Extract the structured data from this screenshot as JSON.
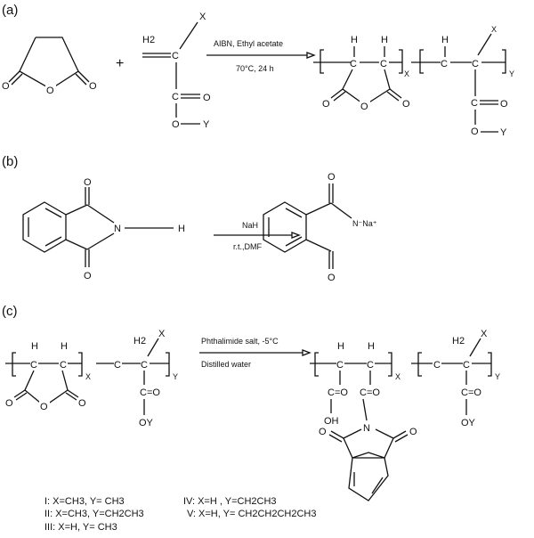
{
  "panels": {
    "a": {
      "label": "(a)",
      "plus": "+",
      "monomer": {
        "h2": "H2",
        "x": "X",
        "o": "O",
        "y": "Y",
        "c": "C"
      },
      "conditions_top": "AIBN, Ethyl acetate",
      "conditions_bottom": "70°C, 24 h",
      "product": {
        "h": "H",
        "x_sub": "X",
        "y_sub": "Y",
        "x": "X",
        "o": "O",
        "y": "Y",
        "c": "C"
      }
    },
    "b": {
      "label": "(b)",
      "reactant": {
        "n": "N",
        "h": "H",
        "o": "O"
      },
      "conditions_top": "NaH",
      "conditions_bottom": "r.t.,DMF",
      "product": {
        "n": "N⁻Na⁺",
        "o": "O"
      }
    },
    "c": {
      "label": "(c)",
      "reactant": {
        "h": "H",
        "h2": "H2",
        "x": "X",
        "c": "C",
        "c_eq_o": "C=O",
        "oy": "OY",
        "x_sub": "X",
        "y_sub": "Y",
        "o": "O"
      },
      "conditions_top": "Phthalimide salt, -5°C",
      "conditions_bottom": "Distilled water",
      "product": {
        "h": "H",
        "h2": "H2",
        "x": "X",
        "c": "C",
        "c_eq_o": "C=O",
        "oh": "OH",
        "oy": "OY",
        "n": "N",
        "o": "O",
        "x_sub": "X",
        "y_sub": "Y"
      },
      "legend": [
        "I: X=CH3,  Y= CH3",
        "II: X=CH3,  Y=CH2CH3",
        "III: X=H,  Y= CH3",
        "IV:  X=H ,  Y=CH2CH3",
        "V:  X=H, Y= CH2CH2CH2CH3"
      ]
    }
  }
}
